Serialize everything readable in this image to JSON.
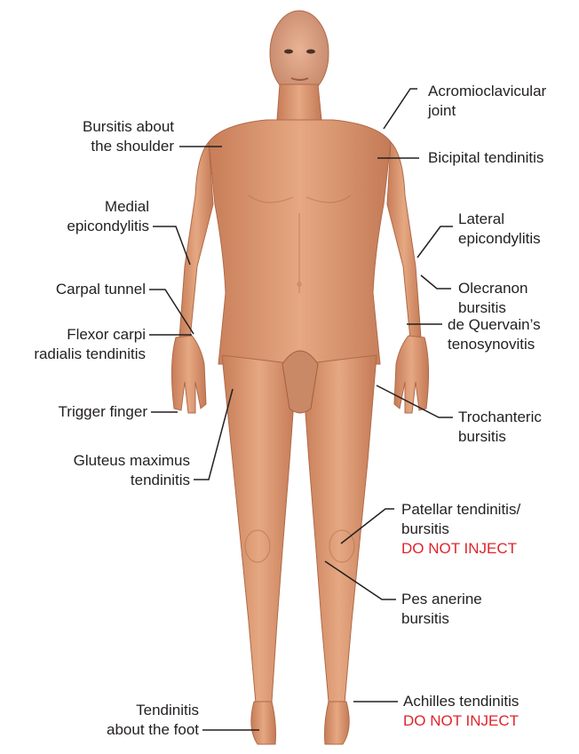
{
  "colors": {
    "skin": "#e0a07a",
    "skin_shadow": "#b86e4c",
    "leader": "#231f20",
    "warning": "#e0242b",
    "text": "#231f20"
  },
  "labels": {
    "left": {
      "bursitis_shoulder": [
        "Bursitis about",
        "the shoulder"
      ],
      "medial_epicondylitis": [
        "Medial",
        "epicondylitis"
      ],
      "carpal_tunnel": [
        "Carpal tunnel"
      ],
      "flexor_carpi": [
        "Flexor carpi",
        "radialis tendinitis"
      ],
      "trigger_finger": [
        "Trigger finger"
      ],
      "gluteus_maximus": [
        "Gluteus maximus",
        "tendinitis"
      ],
      "tendinitis_foot": [
        "Tendinitis",
        "about the foot"
      ]
    },
    "right": {
      "acromioclavicular": [
        "Acromioclavicular",
        "joint"
      ],
      "bicipital": [
        "Bicipital tendinitis"
      ],
      "lateral_epicondylitis": [
        "Lateral",
        "epicondylitis"
      ],
      "olecranon": [
        "Olecranon",
        "bursitis"
      ],
      "de_quervain": [
        "de Quervain’s",
        "tenosynovitis"
      ],
      "trochanteric": [
        "Trochanteric",
        "bursitis"
      ],
      "patellar": [
        "Patellar tendinitis/",
        "bursitis"
      ],
      "pes_anerine": [
        "Pes anerine",
        "bursitis"
      ],
      "achilles": [
        "Achilles tendinitis"
      ]
    },
    "warnings": {
      "patellar": "DO NOT INJECT",
      "achilles": "DO NOT INJECT"
    }
  }
}
